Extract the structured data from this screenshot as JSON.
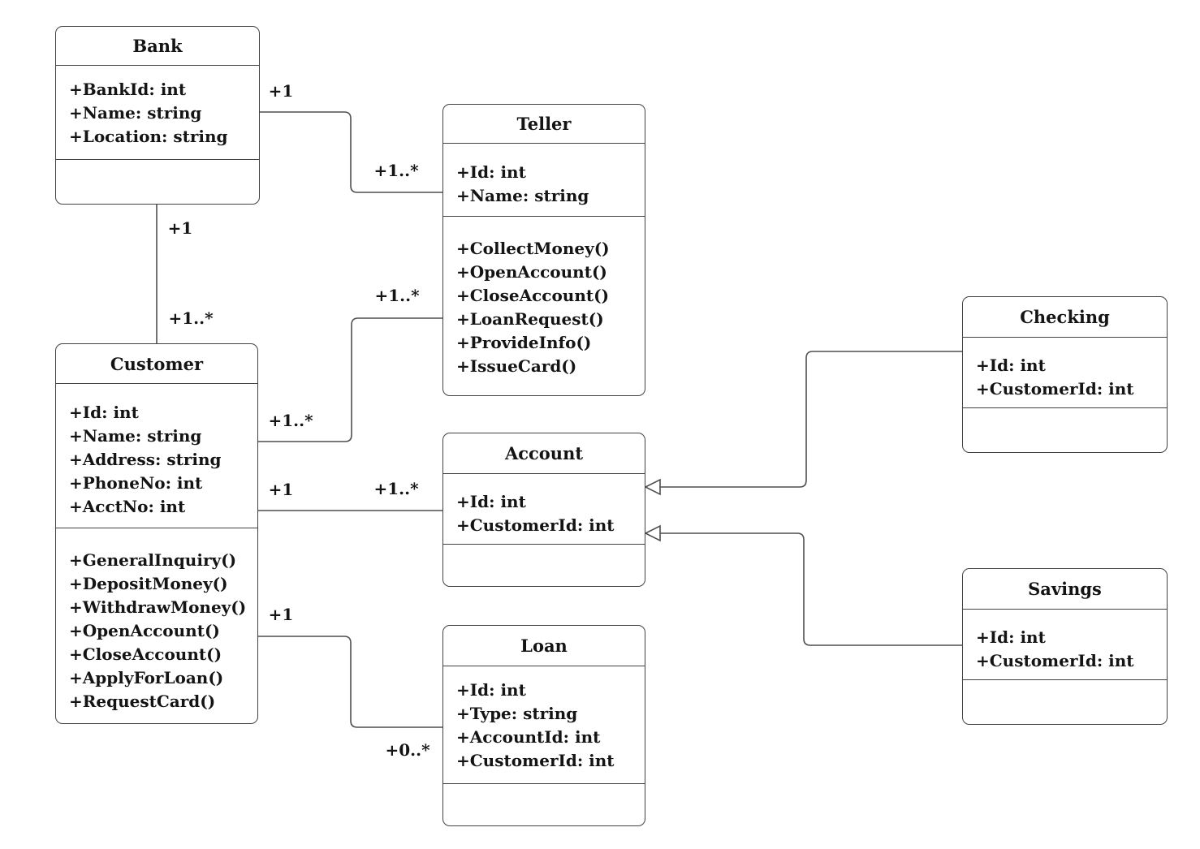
{
  "diagram": {
    "kind": "uml-class-diagram",
    "colors": {
      "background": "#ffffff",
      "box_border": "#424242",
      "connector": "#4f4f4f",
      "text": "#141414"
    },
    "classes": [
      {
        "title": "Bank",
        "attributes": [
          "+BankId: int",
          "+Name: string",
          "+Location: string"
        ],
        "methods": []
      },
      {
        "title": "Teller",
        "attributes": [
          "+Id: int",
          "+Name: string"
        ],
        "methods": [
          "+CollectMoney()",
          "+OpenAccount()",
          "+CloseAccount()",
          "+LoanRequest()",
          "+ProvideInfo()",
          "+IssueCard()"
        ]
      },
      {
        "title": "Customer",
        "attributes": [
          "+Id: int",
          "+Name: string",
          "+Address: string",
          "+PhoneNo: int",
          "+AcctNo: int"
        ],
        "methods": [
          "+GeneralInquiry()",
          "+DepositMoney()",
          "+WithdrawMoney()",
          "+OpenAccount()",
          "+CloseAccount()",
          "+ApplyForLoan()",
          "+RequestCard()"
        ]
      },
      {
        "title": "Account",
        "attributes": [
          "+Id: int",
          "+CustomerId: int"
        ],
        "methods": []
      },
      {
        "title": "Loan",
        "attributes": [
          "+Id: int",
          "+Type: string",
          "+AccountId: int",
          "+CustomerId: int"
        ],
        "methods": []
      },
      {
        "title": "Checking",
        "attributes": [
          "+Id: int",
          "+CustomerId: int"
        ],
        "methods": []
      },
      {
        "title": "Savings",
        "attributes": [
          "+Id: int",
          "+CustomerId: int"
        ],
        "methods": []
      }
    ],
    "relationships": [
      {
        "from": "Bank",
        "to": "Teller",
        "type": "association",
        "from_multiplicity": "+1",
        "to_multiplicity": "+1..*"
      },
      {
        "from": "Bank",
        "to": "Customer",
        "type": "association",
        "from_multiplicity": "+1",
        "to_multiplicity": "+1..*"
      },
      {
        "from": "Customer",
        "to": "Teller",
        "type": "association",
        "from_multiplicity": "+1..*",
        "to_multiplicity": "+1..*"
      },
      {
        "from": "Customer",
        "to": "Account",
        "type": "association",
        "from_multiplicity": "+1",
        "to_multiplicity": "+1..*"
      },
      {
        "from": "Customer",
        "to": "Loan",
        "type": "association",
        "from_multiplicity": "+1",
        "to_multiplicity": "+0..*"
      },
      {
        "from": "Checking",
        "to": "Account",
        "type": "generalization"
      },
      {
        "from": "Savings",
        "to": "Account",
        "type": "generalization"
      }
    ],
    "multiplicities": {
      "bank_teller_from": "+1",
      "bank_teller_to": "+1..*",
      "bank_customer_from": "+1",
      "bank_customer_to": "+1..*",
      "customer_teller_from": "+1..*",
      "customer_teller_to": "+1..*",
      "customer_account_from": "+1",
      "customer_account_to": "+1..*",
      "customer_loan_from": "+1",
      "customer_loan_to": "+0..*"
    }
  }
}
